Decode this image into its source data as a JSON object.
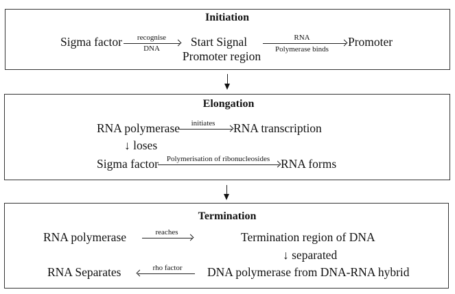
{
  "diagram": {
    "stages": [
      {
        "title": "Initiation",
        "nodes": {
          "sigma_factor": "Sigma factor",
          "start_signal_line1": "Start Signal",
          "start_signal_line2": "Promoter region",
          "promoter": "Promoter"
        },
        "edges": {
          "recognise": {
            "above": "recognise",
            "below": "DNA"
          },
          "rna_binds": {
            "above": "RNA",
            "below": "Polymerase binds"
          }
        }
      },
      {
        "title": "Elongation",
        "nodes": {
          "rna_polymerase": "RNA polymerase",
          "rna_transcription": "RNA transcription",
          "loses": "↓ loses",
          "sigma_factor": "Sigma factor",
          "rna_forms": "RNA forms"
        },
        "edges": {
          "initiates": {
            "above": "initiates"
          },
          "polymerisation": {
            "above": "Polymerisation of ribonucleosides"
          }
        }
      },
      {
        "title": "Termination",
        "nodes": {
          "rna_polymerase": "RNA polymerase",
          "termination_region": "Termination region of DNA",
          "separated": "↓ separated",
          "dna_polymerase": "DNA polymerase from DNA-RNA hybrid",
          "rna_separates": "RNA Separates"
        },
        "edges": {
          "reaches": {
            "above": "reaches"
          },
          "rho_factor": {
            "above": "rho factor"
          }
        }
      }
    ],
    "connectors": [
      "down-arrow",
      "down-arrow"
    ]
  }
}
